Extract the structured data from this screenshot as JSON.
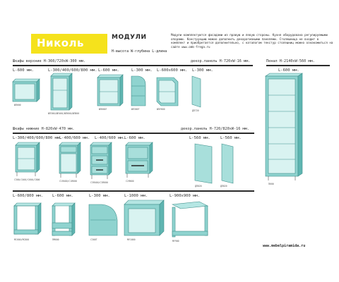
{
  "header": {
    "brand": "Николь",
    "modules_title": "МОДУЛИ",
    "dims_legend": "H-высота  W-глубина  L-длина",
    "description": "Модули комплектуются фасадами из правую и левую стороны. Кухня оборудована регулируемыми опорами. Конструкцию можно дополнить декоративными панелями. Столешница не входит в комплект и приобретается дополнительно, с каталогом текстур столешниц можно ознакомиться на сайте www.omk-frega.ru"
  },
  "sections": {
    "upper": {
      "title": "Шкафы верхние H-360/720хW-300 мм.",
      "panel_note": "декор.панель H-720хW-16 мм.",
      "labels": [
        "L-600 мм.",
        "L-300/400/600/800 мм.",
        "L-600 мм.",
        "L-300 мм.",
        "L-600х600 мм.",
        "L-300 мм."
      ],
      "codes": [
        "ШП600",
        "ШП300/ШП400/ШП600/ШП800",
        "ШП600Г",
        "ШП300Т",
        "ШПУ600",
        "ДП720"
      ]
    },
    "tall": {
      "title": "Пенал H-2140хW-560 мм.",
      "label": "L-600 мм.",
      "code": "П600"
    },
    "lower": {
      "title": "Шкафы нижние H-820хW-470 мм.",
      "panel_note": "декор.панель H-720/820хW-16 мм.",
      "labels": [
        "L-300/400/600/800 мм.",
        "L-400/600 мм.",
        "L-400/600 мм.",
        "L-600 мм.",
        "L-560 мм.",
        "L-560 мм."
      ],
      "codes": [
        "С300/С400/С600/С800",
        "С1Я400/С1Я600",
        "С3Я400/С3Я600",
        "С2Я600",
        "ДП820",
        "ДП820"
      ]
    },
    "bottom": {
      "labels": [
        "L-600/800 мм.",
        "L-600 мм.",
        "L-300 мм.",
        "L-1000 мм.",
        "L-900х900 мм."
      ],
      "codes": [
        "МС600/МС800",
        "ПМ600",
        "С300Т",
        "МУ1000",
        "МУ900"
      ]
    }
  },
  "footer": {
    "website": "www.mebelpiramida.ru"
  },
  "colors": {
    "accent": "#f5e21c",
    "cabinet": "#8fd3cf",
    "cabinet_dark": "#5fb5b1",
    "line": "#2a2a2a"
  }
}
